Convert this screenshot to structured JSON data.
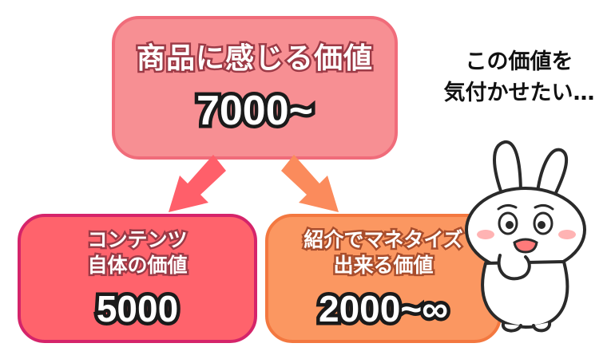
{
  "top_box": {
    "label": "商品に感じる価値",
    "value": "7000~"
  },
  "left_box": {
    "label_line1": "コンテンツ",
    "label_line2": "自体の価値",
    "value": "5000"
  },
  "right_box": {
    "label_line1": "紹介でマネタイズ",
    "label_line2": "出来る価値",
    "value": "2000~∞"
  },
  "speech": {
    "line1": "この価値を",
    "line2": "気付かせたい…"
  },
  "icons": {
    "arrow_left": "arrow-down-left-icon",
    "arrow_right": "arrow-down-right-icon",
    "character": "rabbit-character"
  },
  "colors": {
    "top_fill": "#f78f93",
    "left_fill": "#ff636c",
    "right_fill": "#fb9761",
    "arrow_left": "#ff5f6a",
    "arrow_right": "#fb8b5c"
  }
}
